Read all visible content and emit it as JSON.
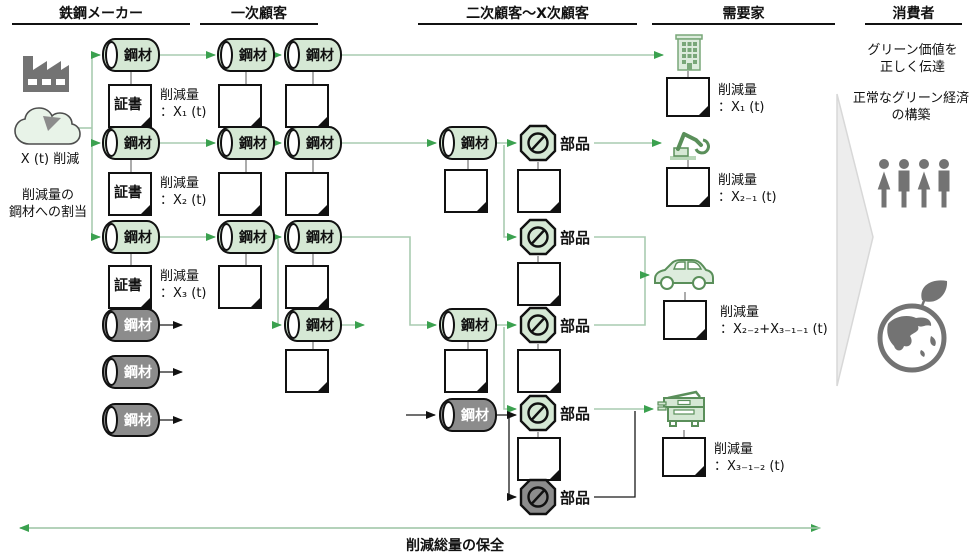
{
  "columns": [
    {
      "id": "maker",
      "label": "鉄鋼メーカー"
    },
    {
      "id": "primary",
      "label": "一次顧客"
    },
    {
      "id": "secondary",
      "label": "二次顧客～X次顧客"
    },
    {
      "id": "demand",
      "label": "需要家"
    },
    {
      "id": "consumer",
      "label": "消費者"
    }
  ],
  "labels": {
    "steel": "鋼材",
    "part": "部品",
    "certificate": "証書",
    "reduction": "削減量"
  },
  "source": {
    "reduction_total": "X (t) 削減",
    "allocation_line1": "削減量の",
    "allocation_line2": "鋼材への割当"
  },
  "cert_amounts": {
    "x1": "：X₁ (t)",
    "x2": "：X₂ (t)",
    "x3": "：X₃ (t)"
  },
  "demand_amounts": {
    "d1": "：X₁ (t)",
    "d2": "：X₂₋₁ (t)",
    "d3": "：X₂₋₂+X₃₋₁₋₁ (t)",
    "d4": "：X₃₋₁₋₂ (t)"
  },
  "consumer": {
    "message1_line1": "グリーン価値を",
    "message1_line2": "正しく伝達",
    "message2_line1": "正常なグリーン経済",
    "message2_line2": "の構築"
  },
  "footer": {
    "label": "削減総量の保全"
  },
  "icons": {
    "factory": "factory-icon",
    "cloud": "reduction-cloud-icon",
    "building": "office-building-icon",
    "robot": "robot-arm-icon",
    "car": "car-icon",
    "printer": "copier-icon",
    "people": "consumers-people-icon",
    "earth": "earth-with-leaf-icon"
  },
  "colors": {
    "green_fill": "#d5e8d4",
    "flow_green_line": "#a9cbb0",
    "flow_green_arrow": "#3ba14f",
    "gray_fill": "#8c8c8c",
    "icon_gray": "#737373",
    "flow_black": "#1a1a1a",
    "border": "#111111"
  }
}
